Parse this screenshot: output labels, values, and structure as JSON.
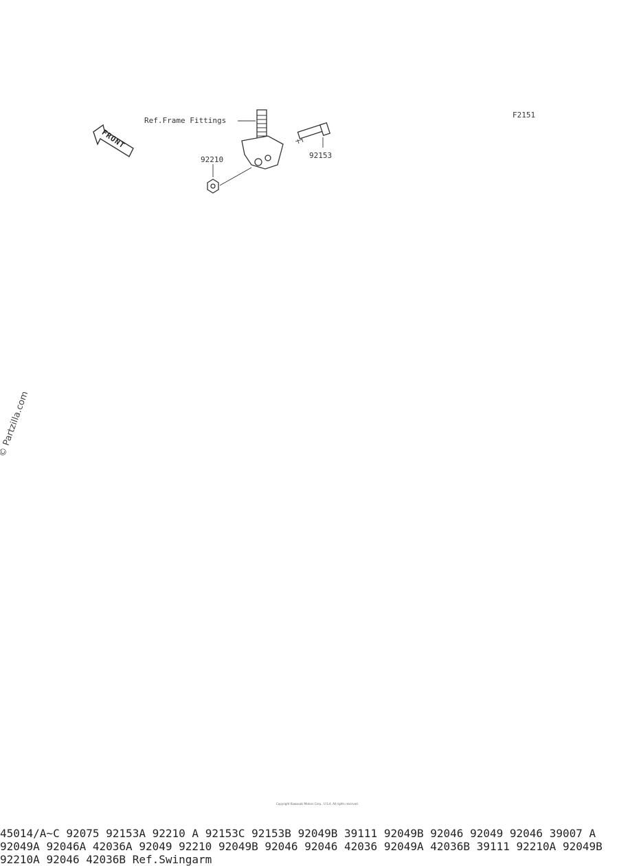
{
  "diagram_code": "F2151",
  "front_label": "FRONT",
  "watermark": "© Partzilla.com",
  "footer_text": "Copyright Kawasaki Motors Corp., U.S.A. All rights reserved.",
  "references": {
    "frame_fittings": "Ref.Frame Fittings",
    "swingarm": "Ref.Swingarm"
  },
  "callout_symbol": "A",
  "parts": [
    {
      "id": "92210_top",
      "label": "92210"
    },
    {
      "id": "92153",
      "label": "92153"
    },
    {
      "id": "92075",
      "label": "92075"
    },
    {
      "id": "45014",
      "label": "45014/A~C"
    },
    {
      "id": "92153A",
      "label": "92153A"
    },
    {
      "id": "92153C",
      "label": "92153C"
    },
    {
      "id": "92153B",
      "label": "92153B"
    },
    {
      "id": "92049B_top",
      "label": "92049B"
    },
    {
      "id": "92210_mid",
      "label": "92210"
    },
    {
      "id": "92049_top",
      "label": "92049"
    },
    {
      "id": "92046_top",
      "label": "92046"
    },
    {
      "id": "39007",
      "label": "39007"
    },
    {
      "id": "92046A",
      "label": "92046A"
    },
    {
      "id": "42036A",
      "label": "42036A"
    },
    {
      "id": "92049_left",
      "label": "92049"
    },
    {
      "id": "92210_left",
      "label": "92210"
    },
    {
      "id": "92049B_left",
      "label": "92049B"
    },
    {
      "id": "92049A_right",
      "label": "92049A"
    },
    {
      "id": "39111_right",
      "label": "39111"
    },
    {
      "id": "92049B_right",
      "label": "92049B"
    },
    {
      "id": "92046_right",
      "label": "92046"
    },
    {
      "id": "92046_center",
      "label": "92046"
    },
    {
      "id": "92046_mid",
      "label": "92046"
    },
    {
      "id": "42036",
      "label": "42036"
    },
    {
      "id": "92049A_center",
      "label": "92049A"
    },
    {
      "id": "42036B_left",
      "label": "42036B"
    },
    {
      "id": "92221CA",
      "label": "92210A"
    },
    {
      "id": "39111_left",
      "label": "39111"
    },
    {
      "id": "92049B_bottom",
      "label": "92049B"
    },
    {
      "id": "92046_low",
      "label": "92046"
    },
    {
      "id": "42036B_low",
      "label": "42036B"
    },
    {
      "id": "92210A",
      "label": "92210A"
    }
  ]
}
